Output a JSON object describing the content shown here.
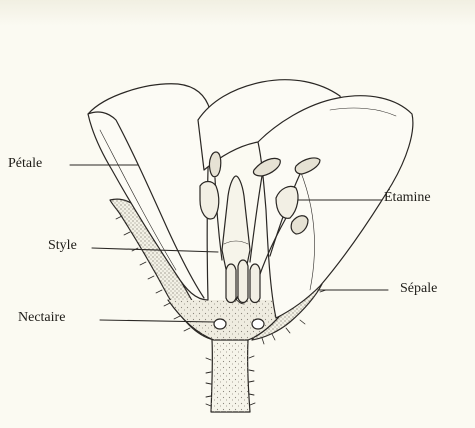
{
  "labels": {
    "petale": "Pétale",
    "etamine": "Étamine",
    "style": "Style",
    "sepale": "Sépale",
    "nectaire": "Nectaire"
  },
  "colors": {
    "background": "#fbfaf2",
    "ink": "#2a2724"
  }
}
